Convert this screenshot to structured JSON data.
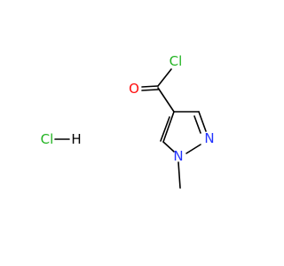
{
  "molecule": {
    "atoms": {
      "chlorine_acyl": {
        "text": "Cl",
        "color": "#22b422"
      },
      "oxygen": {
        "text": "O",
        "color": "#ff0d0d"
      },
      "nitrogen_2": {
        "text": "N",
        "color": "#2233ff"
      },
      "nitrogen_1": {
        "text": "N",
        "color": "#2233ff"
      }
    },
    "salt": {
      "chlorine": {
        "text": "Cl",
        "color": "#22b422"
      },
      "hydrogen": {
        "text": "H",
        "color": "#000000"
      }
    },
    "bond_color": "#000000"
  }
}
